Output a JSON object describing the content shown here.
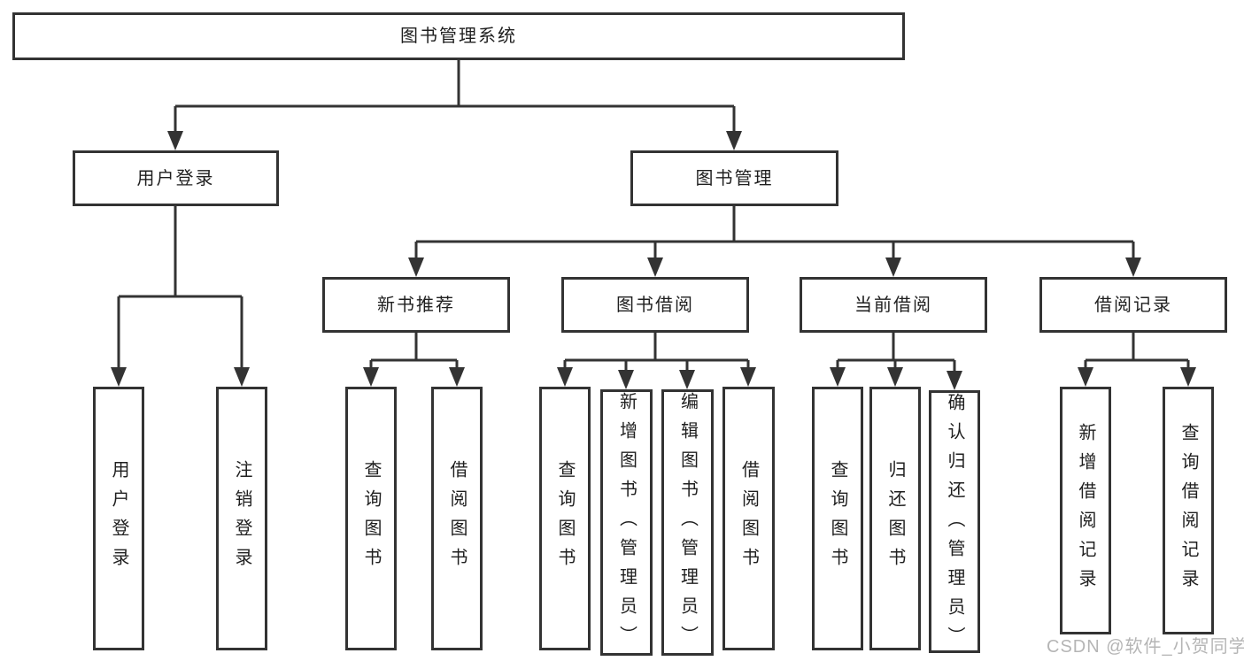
{
  "diagram_type": "hierarchy",
  "watermark": "CSDN @软件_小贺同学",
  "colors": {
    "line": "#333333",
    "text": "#1f1f1f",
    "watermark": "#b5b5b5",
    "background": "#ffffff"
  },
  "tree": {
    "root": {
      "label": "图书管理系统"
    },
    "branches": [
      {
        "label": "用户登录",
        "leaves": [
          {
            "label": "用户登录"
          },
          {
            "label": "注销登录"
          }
        ]
      },
      {
        "label": "图书管理",
        "sections": [
          {
            "label": "新书推荐",
            "leaves": [
              {
                "label": "查询图书"
              },
              {
                "label": "借阅图书"
              }
            ]
          },
          {
            "label": "图书借阅",
            "leaves": [
              {
                "label": "查询图书"
              },
              {
                "label": "新增图书（管理员）"
              },
              {
                "label": "编辑图书（管理员）"
              },
              {
                "label": "借阅图书"
              }
            ]
          },
          {
            "label": "当前借阅",
            "leaves": [
              {
                "label": "查询图书"
              },
              {
                "label": "归还图书"
              },
              {
                "label": "确认归还（管理员）"
              }
            ]
          },
          {
            "label": "借阅记录",
            "leaves": [
              {
                "label": "新增借阅记录"
              },
              {
                "label": "查询借阅记录"
              }
            ]
          }
        ]
      }
    ]
  }
}
